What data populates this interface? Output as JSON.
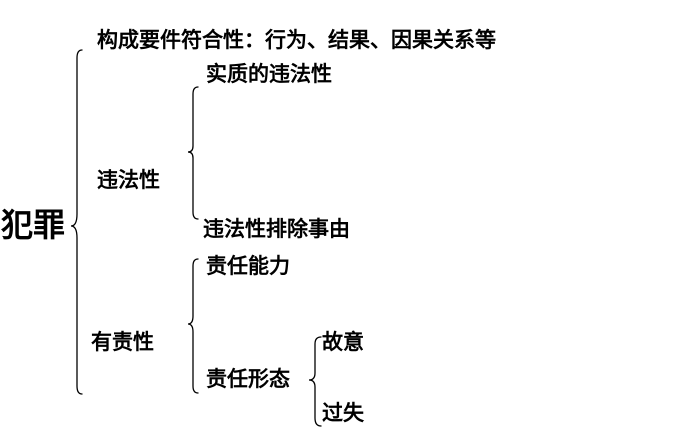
{
  "diagram": {
    "root": "犯罪",
    "constituent": "构成要件符合性：行为、结果、因果关系等",
    "illegality": {
      "label": "违法性",
      "children": [
        "实质的违法性",
        "违法性排除事由"
      ]
    },
    "culpability": {
      "label": "有责性",
      "capacity": "责任能力",
      "forms": {
        "label": "责任形态",
        "children": [
          "故意",
          "过失"
        ]
      }
    }
  }
}
